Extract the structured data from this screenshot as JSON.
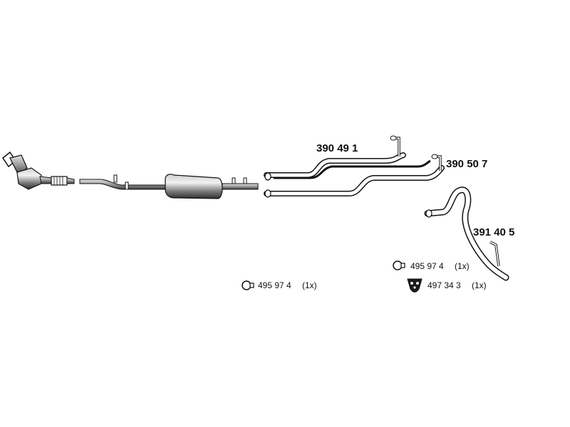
{
  "colors": {
    "background": "#ffffff",
    "pipe_outline": "#111111",
    "pipe_fill": "#ffffff",
    "muffler_dark": "#3a3a3a",
    "muffler_light": "#d8d8d8",
    "text": "#111111"
  },
  "parts": [
    {
      "id": "rear-section-upper",
      "number": "390 49 1"
    },
    {
      "id": "rear-section-lower",
      "number": "390 50 7"
    },
    {
      "id": "tailpipe-bend",
      "number": "391 40 5"
    }
  ],
  "accessories": [
    {
      "icon": "clamp-icon",
      "number": "495 97 4",
      "qty": "(1x)"
    },
    {
      "icon": "clamp-icon",
      "number": "495 97 4",
      "qty": "(1x)"
    },
    {
      "icon": "rubber-mount-icon",
      "number": "497 34 3",
      "qty": "(1x)"
    }
  ]
}
